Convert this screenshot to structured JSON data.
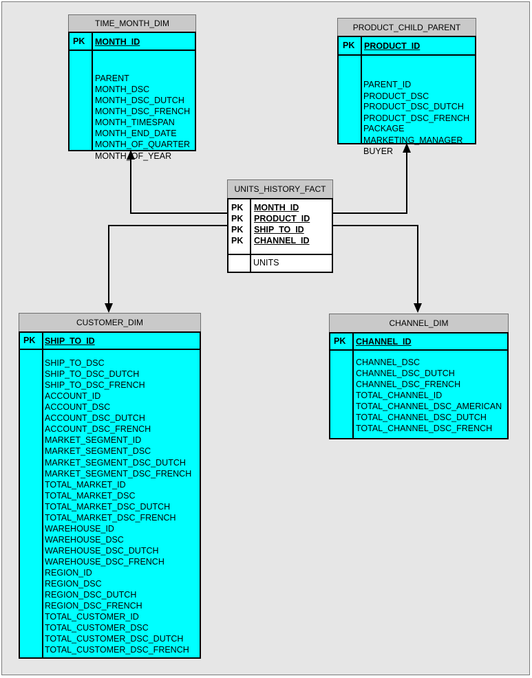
{
  "diagram": {
    "entities": {
      "time_month_dim": {
        "title": "TIME_MONTH_DIM",
        "pk_tag": "PK",
        "pk_fields": [
          "MONTH_ID"
        ],
        "attributes": [
          "PARENT",
          "MONTH_DSC",
          "MONTH_DSC_DUTCH",
          "MONTH_DSC_FRENCH",
          "MONTH_TIMESPAN",
          "MONTH_END_DATE",
          "MONTH_OF_QUARTER",
          "MONTH_OF_YEAR"
        ]
      },
      "product_child_parent": {
        "title": "PRODUCT_CHILD_PARENT",
        "pk_tag": "PK",
        "pk_fields": [
          "PRODUCT_ID"
        ],
        "attributes": [
          "PARENT_ID",
          "PRODUCT_DSC",
          "PRODUCT_DSC_DUTCH",
          "PRODUCT_DSC_FRENCH",
          "PACKAGE",
          "MARKETING_MANAGER",
          "BUYER"
        ]
      },
      "units_history_fact": {
        "title": "UNITS_HISTORY_FACT",
        "pk_tag": "PK",
        "pk_fields": [
          "MONTH_ID",
          "PRODUCT_ID",
          "SHIP_TO_ID",
          "CHANNEL_ID"
        ],
        "attributes": [
          "UNITS"
        ]
      },
      "customer_dim": {
        "title": "CUSTOMER_DIM",
        "pk_tag": "PK",
        "pk_fields": [
          "SHIP_TO_ID"
        ],
        "attributes": [
          "SHIP_TO_DSC",
          "SHIP_TO_DSC_DUTCH",
          "SHIP_TO_DSC_FRENCH",
          "ACCOUNT_ID",
          "ACCOUNT_DSC",
          "ACCOUNT_DSC_DUTCH",
          "ACCOUNT_DSC_FRENCH",
          "MARKET_SEGMENT_ID",
          "MARKET_SEGMENT_DSC",
          "MARKET_SEGMENT_DSC_DUTCH",
          "MARKET_SEGMENT_DSC_FRENCH",
          "TOTAL_MARKET_ID",
          "TOTAL_MARKET_DSC",
          "TOTAL_MARKET_DSC_DUTCH",
          "TOTAL_MARKET_DSC_FRENCH",
          "WAREHOUSE_ID",
          "WAREHOUSE_DSC",
          "WAREHOUSE_DSC_DUTCH",
          "WAREHOUSE_DSC_FRENCH",
          "REGION_ID",
          "REGION_DSC",
          "REGION_DSC_DUTCH",
          "REGION_DSC_FRENCH",
          "TOTAL_CUSTOMER_ID",
          "TOTAL_CUSTOMER_DSC",
          "TOTAL_CUSTOMER_DSC_DUTCH",
          "TOTAL_CUSTOMER_DSC_FRENCH"
        ]
      },
      "channel_dim": {
        "title": "CHANNEL_DIM",
        "pk_tag": "PK",
        "pk_fields": [
          "CHANNEL_ID"
        ],
        "attributes": [
          "CHANNEL_DSC",
          "CHANNEL_DSC_DUTCH",
          "CHANNEL_DSC_FRENCH",
          "TOTAL_CHANNEL_ID",
          "TOTAL_CHANNEL_DSC_AMERICAN",
          "TOTAL_CHANNEL_DSC_DUTCH",
          "TOTAL_CHANNEL_DSC_FRENCH"
        ]
      }
    },
    "relationships": [
      {
        "from": "units_history_fact",
        "to": "time_month_dim"
      },
      {
        "from": "units_history_fact",
        "to": "product_child_parent"
      },
      {
        "from": "units_history_fact",
        "to": "customer_dim"
      },
      {
        "from": "units_history_fact",
        "to": "channel_dim"
      }
    ],
    "colors": {
      "entity_fill": "#00ffff",
      "title_fill": "#c9c9c9",
      "fact_fill": "#ffffff",
      "background": "#e6e6e6"
    }
  }
}
